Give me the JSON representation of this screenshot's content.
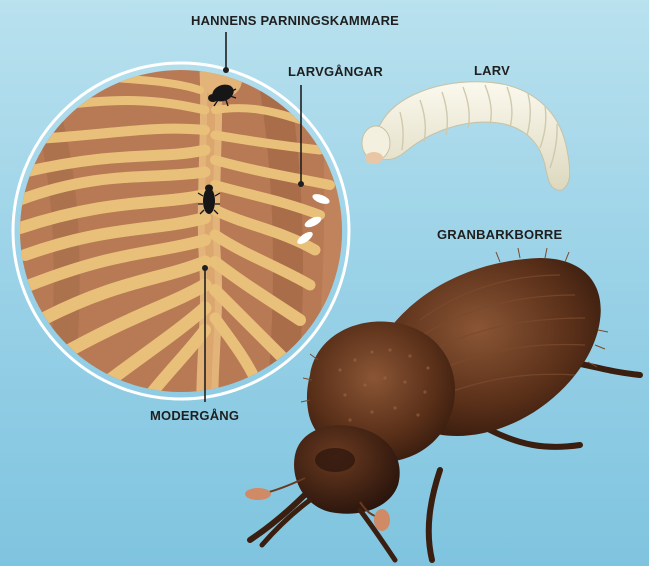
{
  "labels": {
    "mating_chamber": "HANNENS PARNINGSKAMMARE",
    "larval_galleries": "LARVGÅNGAR",
    "larva": "LARV",
    "beetle": "GRANBARKBORRE",
    "maternal_gallery": "MODERGÅNG"
  },
  "colors": {
    "background_top": "#b9e1ee",
    "background_bottom": "#7fc4df",
    "wood": "#b87a55",
    "gallery": "#e8c07a",
    "beetle_body": "#4a2616",
    "larva": "#f1eedd",
    "pointer": "#1f1f1f"
  }
}
